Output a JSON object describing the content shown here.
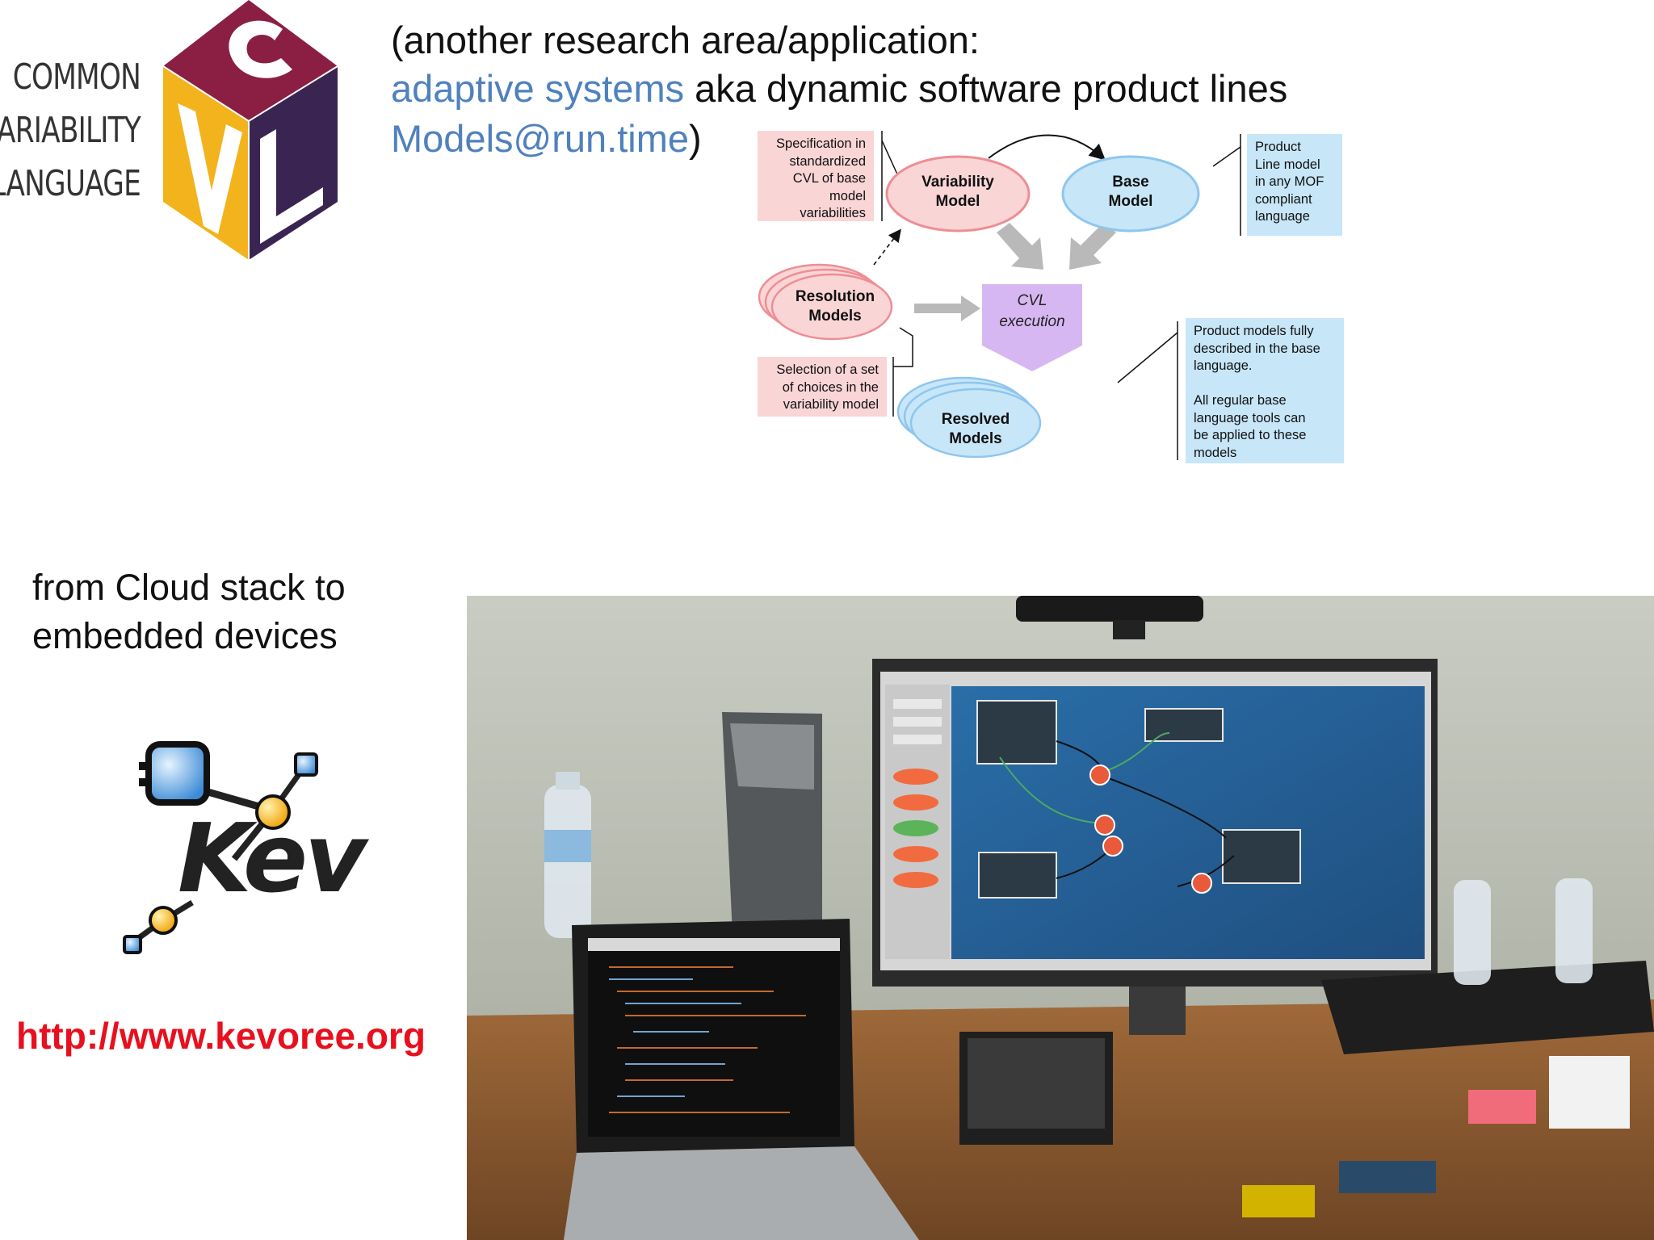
{
  "logo": {
    "words": [
      "COMMON",
      "VARIABILITY",
      "LANGUAGE"
    ],
    "letters": [
      "C",
      "V",
      "L"
    ],
    "colors": {
      "top": "#8b1f43",
      "left": "#f2b31d",
      "right": "#3a2552"
    }
  },
  "headline": {
    "line1": "(another research area/application:",
    "line2_blue": "adaptive systems",
    "line2_rest": " aka dynamic software product lines",
    "line3_blue": "Models@run.time",
    "line3_rest": ")"
  },
  "diagram": {
    "notes": {
      "specification": [
        "Specification in",
        "standardized",
        "CVL of base",
        "model",
        "variabilities"
      ],
      "product_line": [
        "Product",
        "Line model",
        "in any MOF",
        "compliant",
        "language"
      ],
      "selection": [
        "Selection of a set",
        "of choices in the",
        "variability model"
      ],
      "product_models": [
        "Product models fully",
        "described in the base",
        "language.",
        "",
        "All regular base",
        "language tools can",
        "be applied to these",
        "models"
      ]
    },
    "nodes": {
      "variability": [
        "Variability",
        "Model"
      ],
      "base": [
        "Base",
        "Model"
      ],
      "resolution": [
        "Resolution",
        "Models"
      ],
      "execution": [
        "CVL",
        "execution"
      ],
      "resolved": [
        "Resolved",
        "Models"
      ]
    },
    "colors": {
      "pink_fill": "#f9d5d6",
      "pink_stroke": "#ee8e94",
      "blue_fill": "#c7e6f8",
      "blue_stroke": "#8ec6ee",
      "purple": "#d7b7f2"
    }
  },
  "left": {
    "subtitle_line1": "from Cloud stack to",
    "subtitle_line2": "embedded devices",
    "kev_word": "Kev",
    "url": "http://www.kevoree.org"
  }
}
